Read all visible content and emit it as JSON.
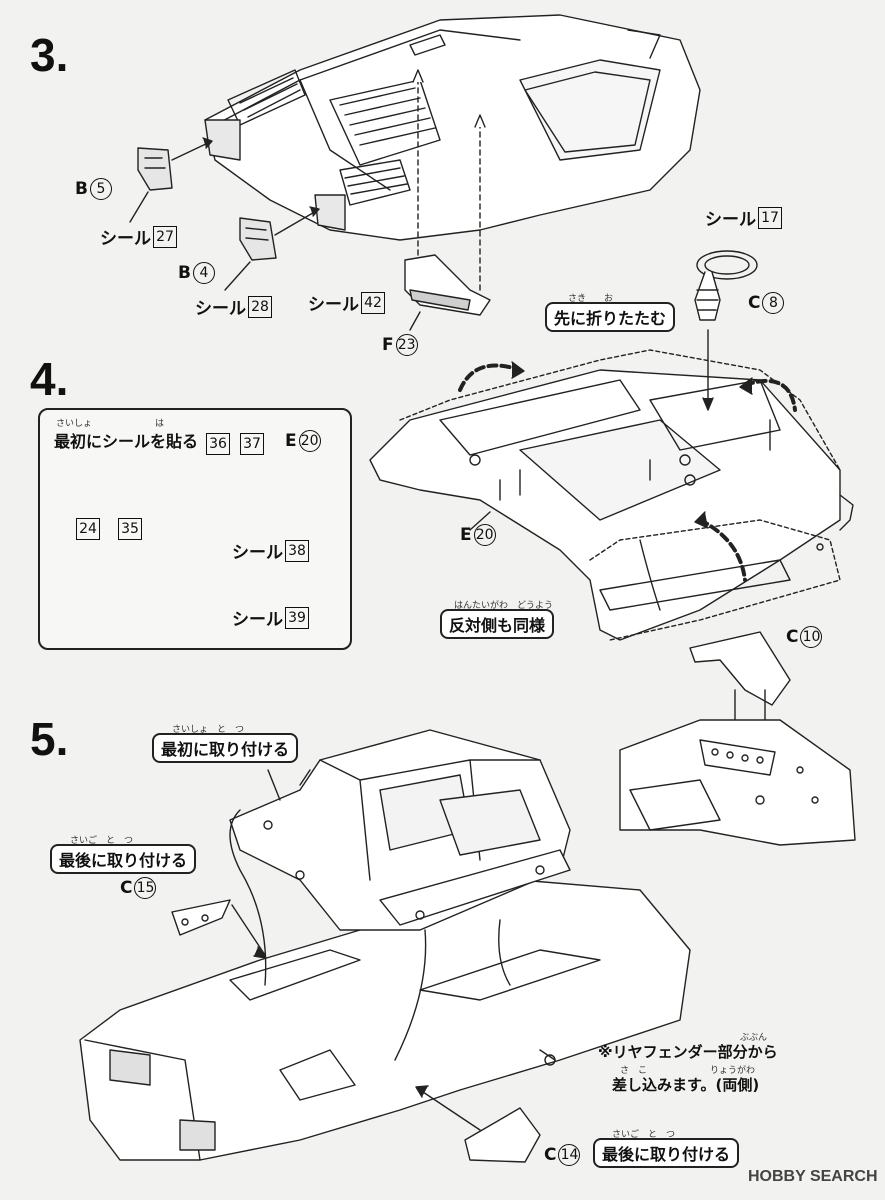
{
  "steps": {
    "s3": "3.",
    "s4": "4.",
    "s5": "5."
  },
  "seal": "シール",
  "step3": {
    "b5": {
      "letter": "B",
      "num": "5"
    },
    "seal27": "27",
    "b4": {
      "letter": "B",
      "num": "4"
    },
    "seal28": "28",
    "seal42": "42",
    "f23": {
      "letter": "F",
      "num": "23"
    }
  },
  "step4": {
    "seal17": "17",
    "c8": {
      "letter": "C",
      "num": "8"
    },
    "fold_first": {
      "ruby": "さき　　お",
      "text": "先に折りたたむ"
    },
    "callout_title": {
      "ruby": "さいしょ　　　　　　　は",
      "text": "最初にシールを貼る"
    },
    "e20_callout": {
      "letter": "E",
      "num": "20"
    },
    "nums": [
      "36",
      "37",
      "24",
      "35"
    ],
    "seal38": "38",
    "seal39": "39",
    "e20": {
      "letter": "E",
      "num": "20"
    },
    "same_other": {
      "ruby": "はんたいがわ　どうよう",
      "text": "反対側も同様"
    }
  },
  "step5": {
    "c10": {
      "letter": "C",
      "num": "10"
    },
    "attach_first": {
      "ruby": "さいしょ　と　つ",
      "text": "最初に取り付ける"
    },
    "attach_last": {
      "ruby": "さいご　と　つ",
      "text": "最後に取り付ける"
    },
    "c15": {
      "letter": "C",
      "num": "15"
    },
    "c14": {
      "letter": "C",
      "num": "14"
    },
    "attach_last2": {
      "ruby": "さいご　と　つ",
      "text": "最後に取り付ける"
    },
    "note_ruby1": "ぶぶん",
    "note_line1": "※リヤフェンダー部分から",
    "note_ruby2": "さ　こ　　　　　　　りょうがわ",
    "note_line2": "差し込みます。(両側)"
  },
  "watermark": "HOBBY SEARCH"
}
